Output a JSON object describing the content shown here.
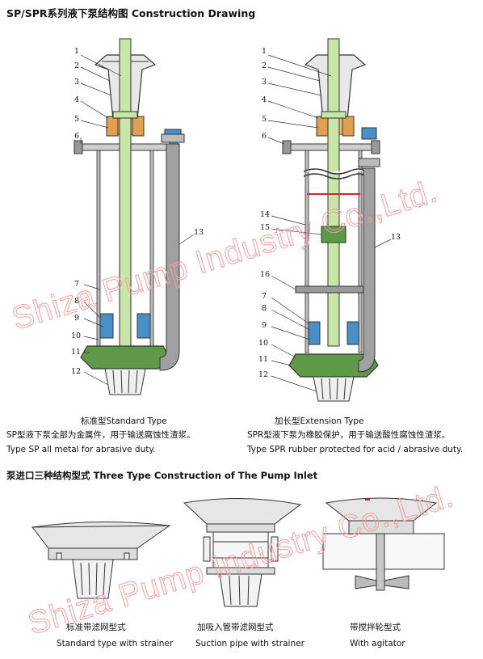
{
  "title": "SP/SPR系列液下泵结构图  Construction Drawing",
  "left_figure": {
    "type_cn": "标准型Standard Type",
    "desc_cn": "SP型液下泵全部为金属件，用于输送腐蚀性渣浆。",
    "desc_en": "Type SP all metal for abrasive duty.",
    "labels": [
      "1",
      "2",
      "3",
      "4",
      "5",
      "6",
      "7",
      "8",
      "9",
      "10",
      "11",
      "12",
      "13"
    ]
  },
  "right_figure": {
    "type_cn": "加长型Extension Type",
    "desc_cn": "SPR型液下泵为橡胶保护，用于输送酸性腐蚀性渣浆。",
    "desc_en": "Type SPR rubber protected for acid / abrasive duty.",
    "labels": [
      "1",
      "2",
      "3",
      "4",
      "5",
      "6",
      "14",
      "15",
      "16",
      "7",
      "8",
      "9",
      "10",
      "11",
      "12",
      "13"
    ]
  },
  "inlet_section": {
    "title": "泵进口三种结构型式  Three Type  Construction of The Pump Inlet",
    "items": [
      {
        "cn": "标准带滤网型式",
        "en": "Standard type with strainer"
      },
      {
        "cn": "加吸入管带滤网型式",
        "en": "Suction pipe with strainer"
      },
      {
        "cn": "带搅拌轮型式",
        "en": "With agitator"
      }
    ]
  },
  "watermark": "Shiza Pump Industry Co.,Ltd.",
  "colors": {
    "shaft": "#c8e6a8",
    "casing": "#5c9a48",
    "bearing": "#e0a050",
    "blue_part": "#4a90c8",
    "pipe": "#a0a0a0",
    "watermark": "#f0a0a0"
  }
}
